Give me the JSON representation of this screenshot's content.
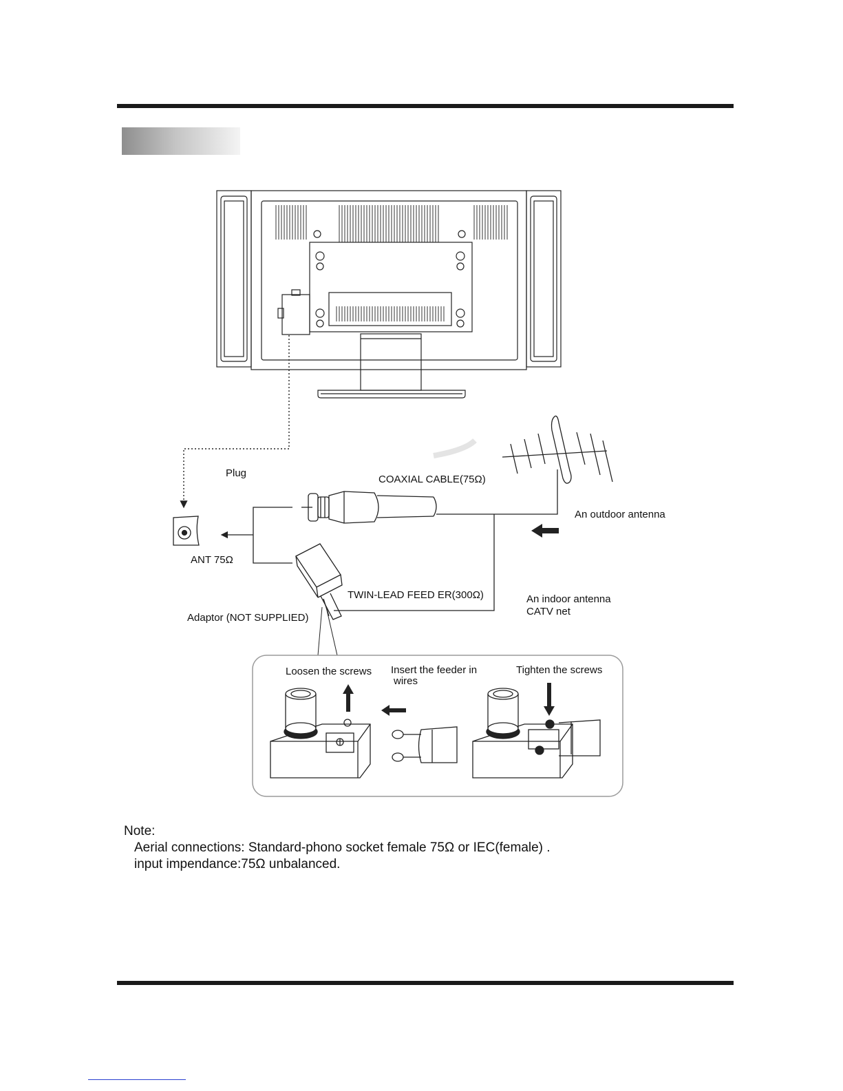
{
  "labels": {
    "plug": "Plug",
    "coaxial_cable": "COAXIAL CABLE(75Ω)",
    "outdoor_antenna": "An outdoor antenna",
    "ant_75": "ANT 75Ω",
    "twin_lead": "TWIN-LEAD FEED ER(300Ω)",
    "indoor_antenna": "An indoor antenna",
    "catv_net": "CATV net",
    "adaptor": "Adaptor  (NOT SUPPLIED)",
    "loosen_screws": "Loosen the screws",
    "insert_feeder_line1": "Insert the feeder in",
    "insert_feeder_line2": "wires",
    "tighten_screws": "Tighten the screws"
  },
  "note": {
    "heading": "Note:",
    "line1": "Aerial connections: Standard-phono socket female 75Ω  or IEC(female) .",
    "line2": "input impendance:75Ω unbalanced."
  },
  "colors": {
    "rule": "#1a1a1a",
    "line": "#222222",
    "panel_border": "#9a9a9a"
  }
}
